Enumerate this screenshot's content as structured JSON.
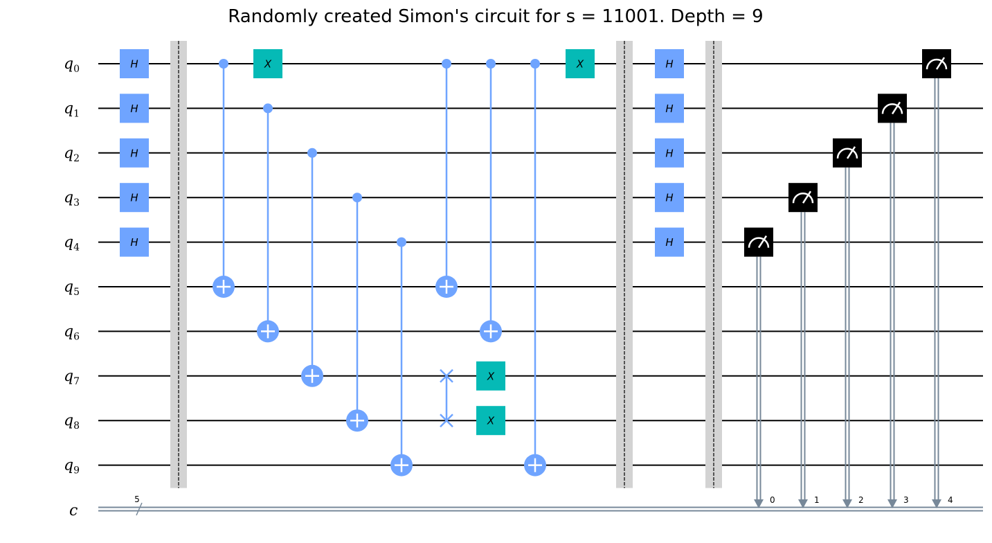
{
  "title": "Randomly created Simon's circuit for s = 11001. Depth = 9",
  "qubit_labels": [
    {
      "name": "q",
      "sub": "0"
    },
    {
      "name": "q",
      "sub": "1"
    },
    {
      "name": "q",
      "sub": "2"
    },
    {
      "name": "q",
      "sub": "3"
    },
    {
      "name": "q",
      "sub": "4"
    },
    {
      "name": "q",
      "sub": "5"
    },
    {
      "name": "q",
      "sub": "6"
    },
    {
      "name": "q",
      "sub": "7"
    },
    {
      "name": "q",
      "sub": "8"
    },
    {
      "name": "q",
      "sub": "9"
    }
  ],
  "classical_label": "c",
  "classical_width": "5",
  "gate_labels": {
    "hadamard": "H",
    "pauli_x": "X"
  },
  "colors": {
    "hadamard": "#6fa4ff",
    "pauli_x": "#05bab6",
    "control": "#6fa4ff",
    "measure": "#000000",
    "barrier": "#d3d3d3",
    "classical": "#778899"
  },
  "circuit": {
    "ops": [
      {
        "type": "h",
        "qubits": [
          0,
          1,
          2,
          3,
          4
        ],
        "col": 0
      },
      {
        "type": "barrier",
        "col": 1
      },
      {
        "type": "cx",
        "control": 0,
        "target": 5,
        "col": 2
      },
      {
        "type": "x",
        "qubit": 0,
        "col": 3
      },
      {
        "type": "cx",
        "control": 1,
        "target": 6,
        "col": 3
      },
      {
        "type": "cx",
        "control": 2,
        "target": 7,
        "col": 4
      },
      {
        "type": "cx",
        "control": 3,
        "target": 8,
        "col": 5
      },
      {
        "type": "cx",
        "control": 4,
        "target": 9,
        "col": 6
      },
      {
        "type": "cx",
        "control": 0,
        "target": 5,
        "col": 7
      },
      {
        "type": "swap",
        "qubits": [
          7,
          8
        ],
        "col": 7
      },
      {
        "type": "cx",
        "control": 0,
        "target": 6,
        "col": 8
      },
      {
        "type": "x",
        "qubit": 7,
        "col": 8
      },
      {
        "type": "x",
        "qubit": 8,
        "col": 8
      },
      {
        "type": "cx",
        "control": 0,
        "target": 9,
        "col": 9
      },
      {
        "type": "x",
        "qubit": 0,
        "col": 10
      },
      {
        "type": "barrier",
        "col": 11
      },
      {
        "type": "h",
        "qubits": [
          0,
          1,
          2,
          3,
          4
        ],
        "col": 12
      },
      {
        "type": "barrier",
        "col": 13
      },
      {
        "type": "measure",
        "qubit": 4,
        "clbit": "0",
        "col": 14
      },
      {
        "type": "measure",
        "qubit": 3,
        "clbit": "1",
        "col": 15
      },
      {
        "type": "measure",
        "qubit": 2,
        "clbit": "2",
        "col": 16
      },
      {
        "type": "measure",
        "qubit": 1,
        "clbit": "3",
        "col": 17
      },
      {
        "type": "measure",
        "qubit": 0,
        "clbit": "4",
        "col": 18
      }
    ]
  }
}
